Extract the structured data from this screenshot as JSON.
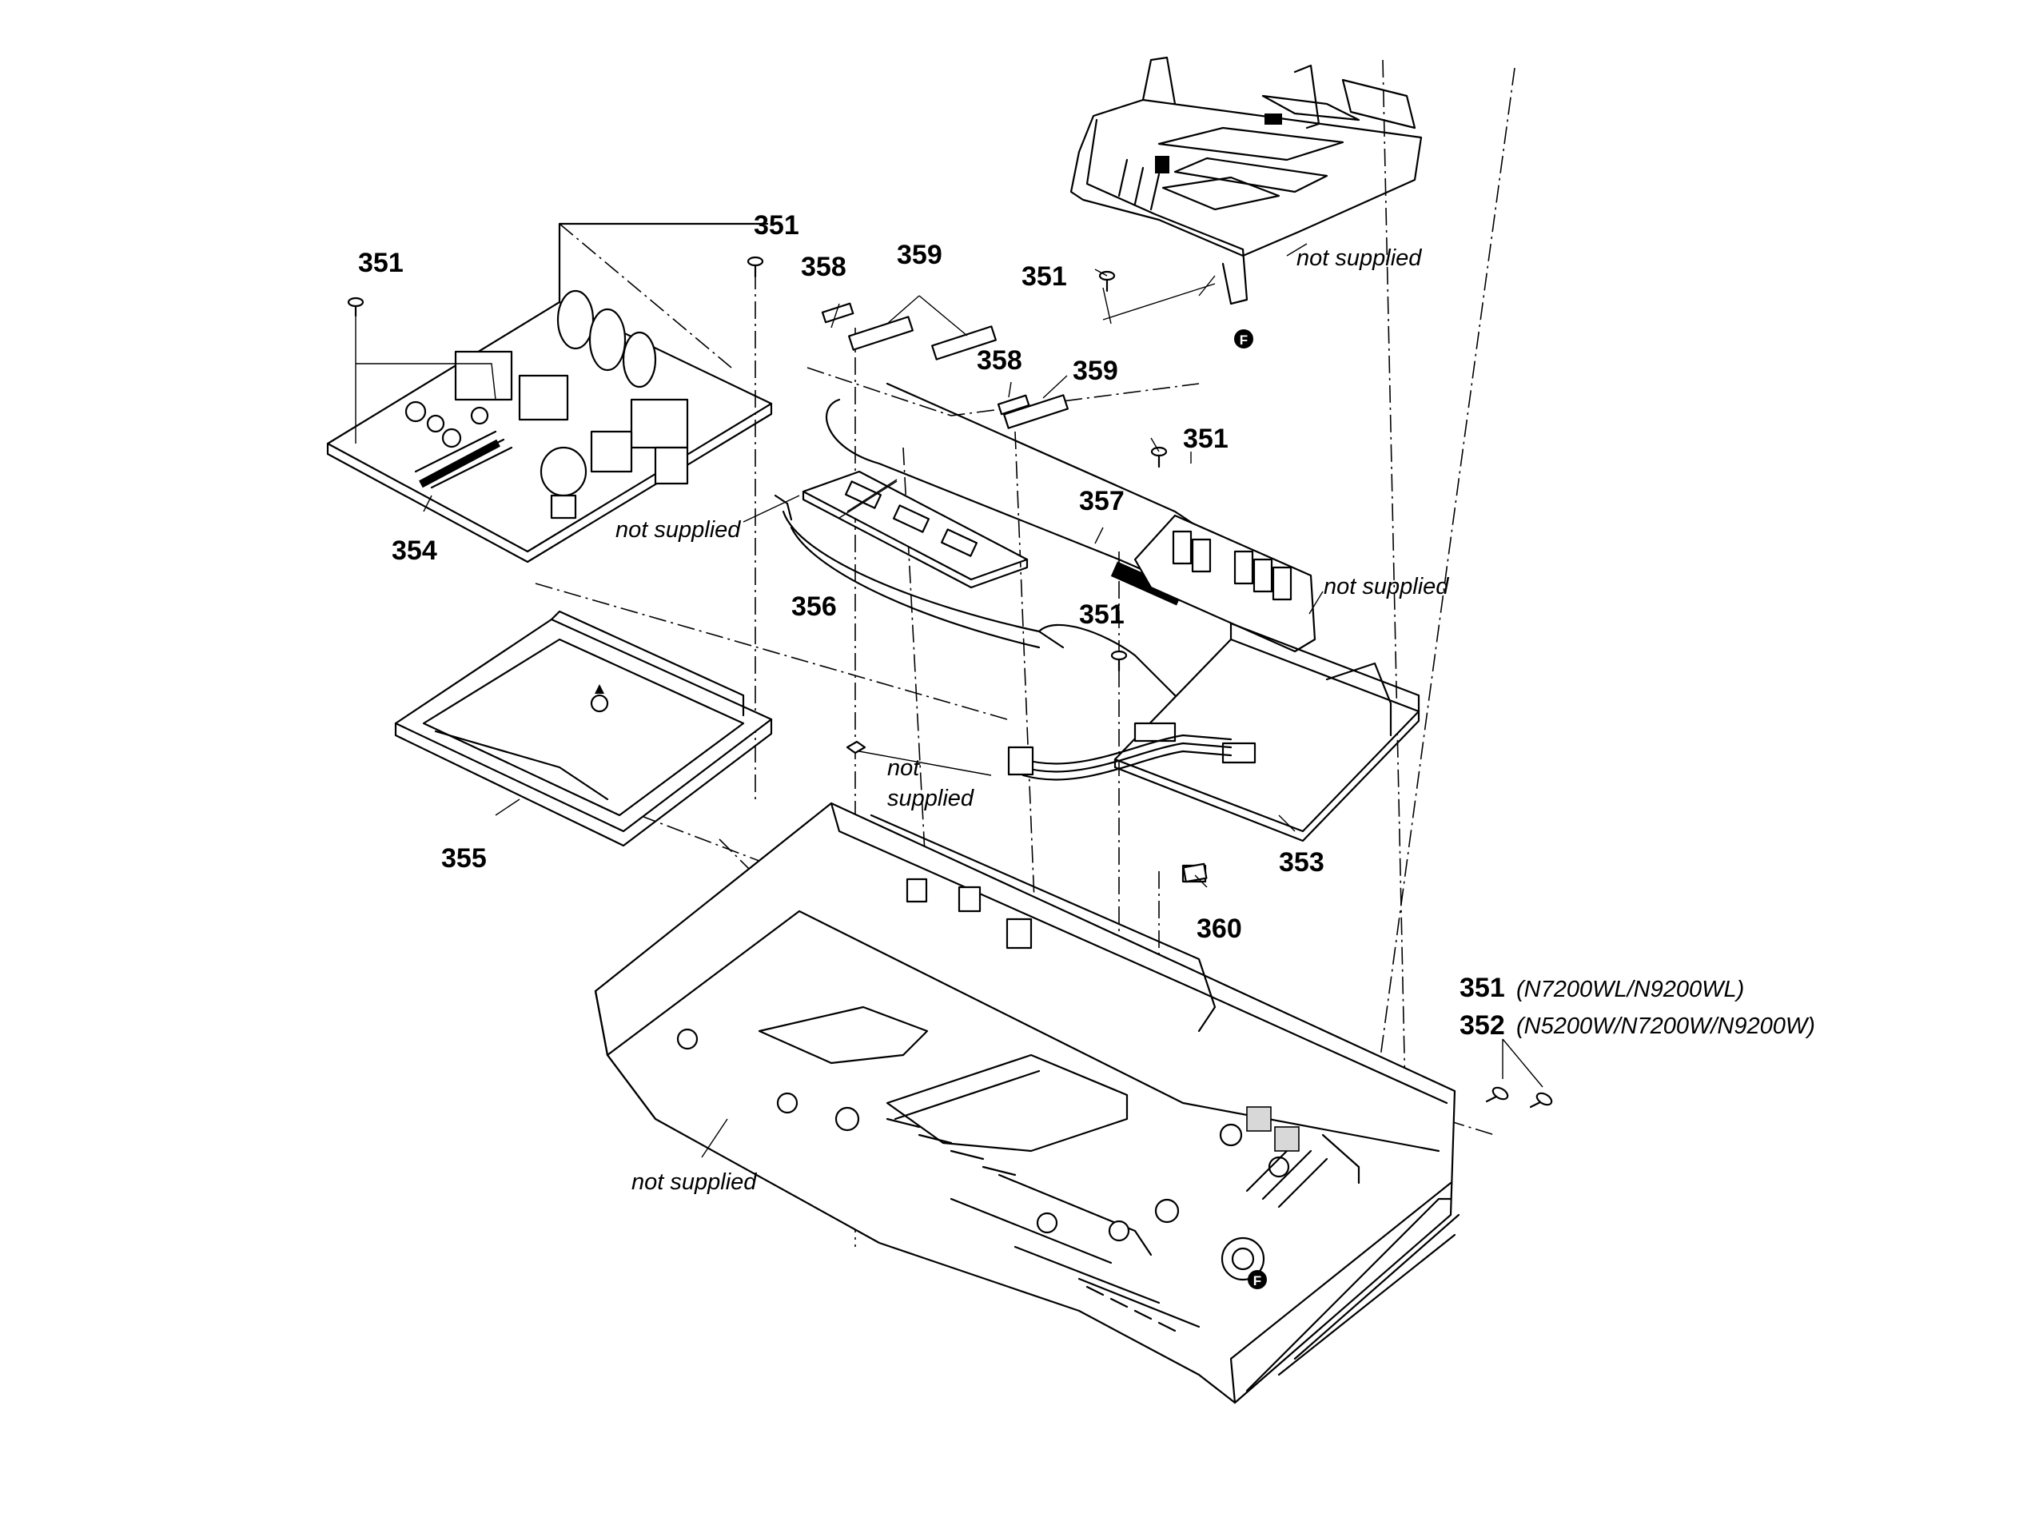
{
  "labels": {
    "p351_a": "351",
    "p351_b": "351",
    "p351_c": "351",
    "p351_d": "351",
    "p351_e": "351",
    "p351_f": "351",
    "p352": "352",
    "p353": "353",
    "p354": "354",
    "p355": "355",
    "p356": "356",
    "p357": "357",
    "p358_a": "358",
    "p358_b": "358",
    "p359_a": "359",
    "p359_b": "359",
    "p360": "360",
    "variant_351": "(N7200WL/N9200WL)",
    "variant_352": "(N5200W/N7200W/N9200W)",
    "marker_f": "F"
  },
  "notes": {
    "bracket": "not supplied",
    "ribbon": "not supplied",
    "rear_panel": "not supplied",
    "not_line1": "not",
    "supplied_line2": "supplied",
    "chassis": "not supplied"
  }
}
